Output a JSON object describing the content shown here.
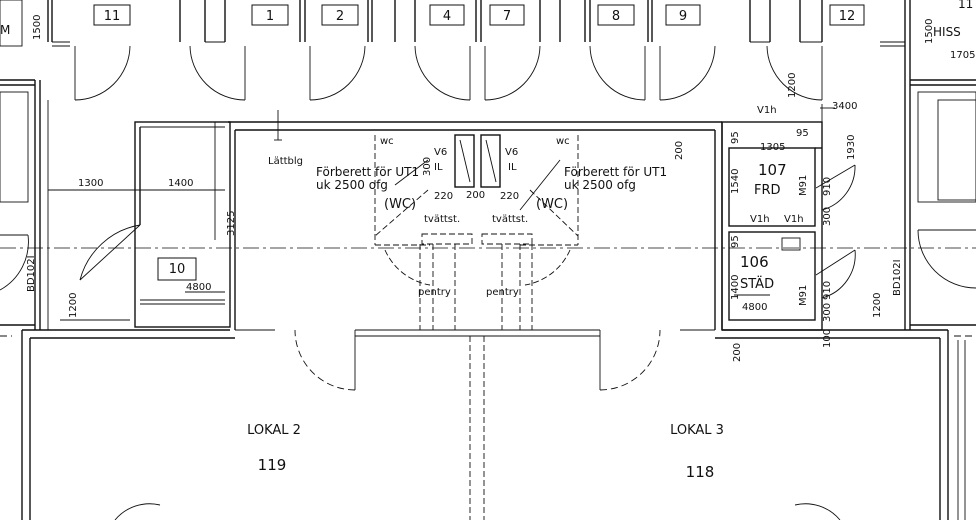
{
  "colors": {
    "ink": "#111111",
    "paper": "#ffffff"
  },
  "top_row": {
    "n11": "11",
    "n1": "1",
    "n2": "2",
    "n4": "4",
    "n7": "7",
    "n8": "8",
    "n9": "9",
    "n12": "12",
    "m_left": "M",
    "d1500_left": "1500",
    "hiss": "HISS",
    "d1500_right": "1500",
    "d1705": "1705",
    "d11": "11"
  },
  "left_block": {
    "d1300": "1300",
    "d1400": "1400",
    "d3125": "3125",
    "room10": "10",
    "d4800": "4800",
    "d1200": "1200",
    "bd": "BD102I"
  },
  "center": {
    "lattblg": "Lättblg",
    "wc_l": "wc",
    "wc_r": "wc",
    "v6_l": "V6",
    "v6_r": "V6",
    "il_l": "IL",
    "il_r": "IL",
    "d300": "300",
    "forb_l1": "Förberett för UT1",
    "forb_l2": "uk 2500 ofg",
    "forb_r1": "Förberett för UT1",
    "forb_r2": "uk 2500 ofg",
    "wc_paren_l": "(WC)",
    "wc_paren_r": "(WC)",
    "d220_l": "220",
    "d200_c": "200",
    "d220_r": "220",
    "tvattst_l": "tvättst.",
    "tvattst_r": "tvättst.",
    "pentry_l": "pentry",
    "pentry_r": "pentry"
  },
  "right_block": {
    "v1h_top": "V1h",
    "d1200": "1200",
    "d3400": "3400",
    "d200_top": "200",
    "d95_a": "95",
    "d1305": "1305",
    "d95_b": "95",
    "d1930": "1930",
    "d1540": "1540",
    "r107_no": "107",
    "r107_name": "FRD",
    "m91_a": "M91",
    "d910_a": "910",
    "v1h_a": "V1h",
    "v1h_b": "V1h",
    "d300_b": "300",
    "d95_c": "95",
    "r106_no": "106",
    "r106_name": "STÄD",
    "d1400": "1400",
    "m91_b": "M91",
    "d910_b": "910",
    "d300_c": "300",
    "d4800": "4800",
    "d1200_b": "1200",
    "bd": "BD102I",
    "d200_bot": "200",
    "d100": "100"
  },
  "lokal2": {
    "name": "LOKAL 2",
    "no": "119"
  },
  "lokal3": {
    "name": "LOKAL 3",
    "no": "118"
  }
}
